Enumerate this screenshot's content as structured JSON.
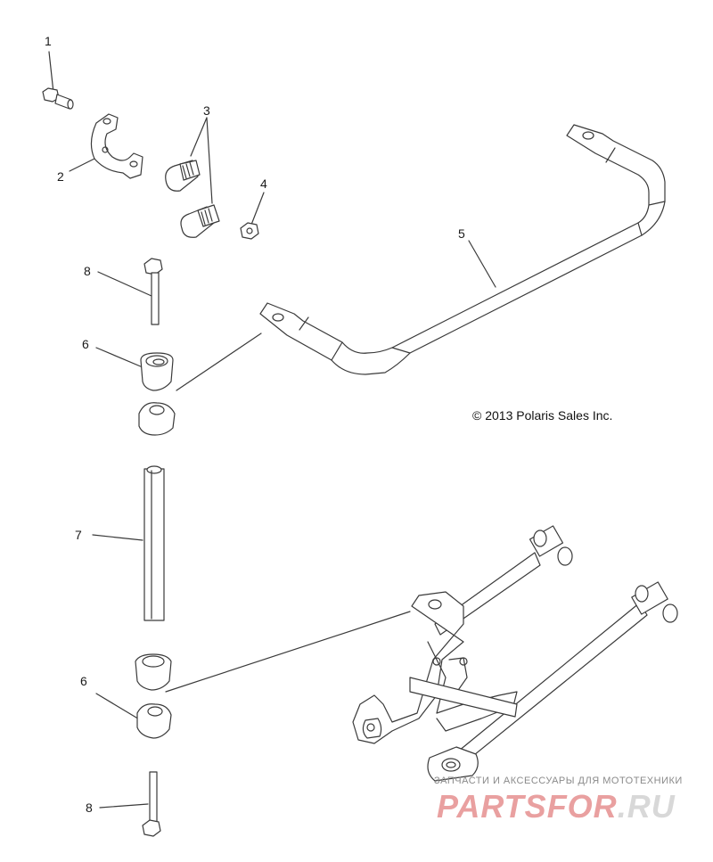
{
  "callouts": [
    "1",
    "2",
    "3",
    "4",
    "5",
    "6",
    "7",
    "8"
  ],
  "copyright": "© 2013 Polaris Sales Inc.",
  "watermark": {
    "tagline": "ЗАПЧАСТИ И АКСЕССУАРЫ ДЛЯ МОТОТЕХНИКИ",
    "logo_main": "PARTSFOR",
    "logo_tld": ".RU"
  },
  "colors": {
    "line": "#3a3a3a",
    "paper": "#ffffff",
    "logo": "#e9a0a0"
  }
}
